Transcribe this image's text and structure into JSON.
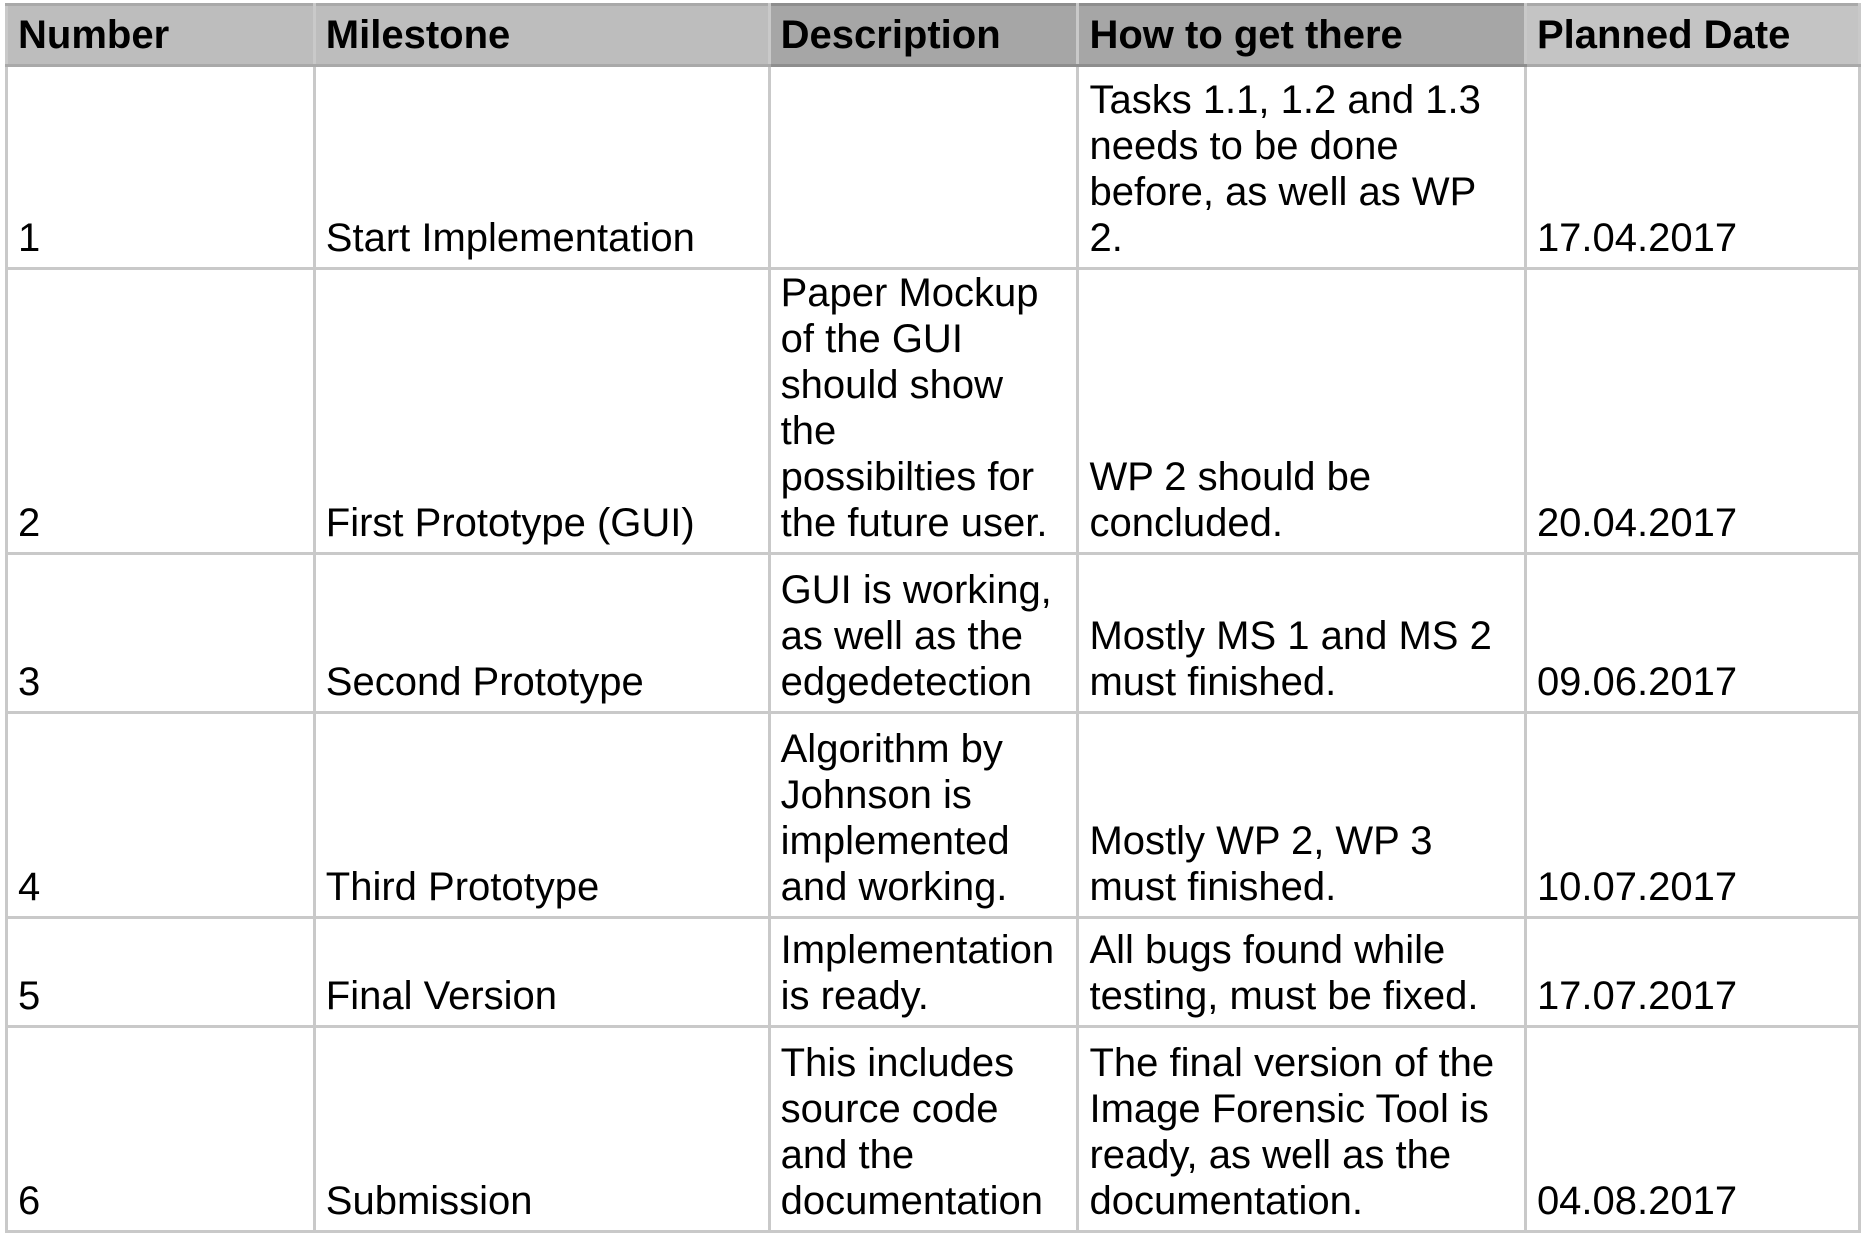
{
  "table": {
    "headers": {
      "number": "Number",
      "milestone": "Milestone",
      "description": "Description",
      "how": "How to get there",
      "date": "Planned Date"
    },
    "rows": [
      {
        "number": "1",
        "milestone": "Start Implementation",
        "description": "",
        "how": "Tasks 1.1, 1.2 and 1.3\nneeds to be done\nbefore, as well as WP\n2.",
        "date": "17.04.2017"
      },
      {
        "number": "2",
        "milestone": "First Prototype (GUI)",
        "description": "Paper Mockup\nof the GUI\nshould show the\npossibilties for\nthe future user.",
        "how": "WP 2 should be\nconcluded.",
        "date": "20.04.2017"
      },
      {
        "number": "3",
        "milestone": "Second Prototype",
        "description": "GUI is working,\nas well as the\nedgedetection",
        "how": "Mostly MS 1 and MS 2\nmust finished.",
        "date": "09.06.2017"
      },
      {
        "number": "4",
        "milestone": "Third Prototype",
        "description": "Algorithm by\nJohnson is\nimplemented\nand working.",
        "how": "Mostly WP 2, WP 3\nmust finished.",
        "date": "10.07.2017"
      },
      {
        "number": "5",
        "milestone": "Final Version",
        "description": "Implementation\nis ready.",
        "how": "All bugs found while\ntesting, must be fixed.",
        "date": "17.07.2017"
      },
      {
        "number": "6",
        "milestone": "Submission",
        "description": "This includes\nsource code\nand the\ndocumentation",
        "how": "The final version of the\nImage Forensic Tool is\nready, as well as the\ndocumentation.",
        "date": "04.08.2017"
      }
    ]
  }
}
